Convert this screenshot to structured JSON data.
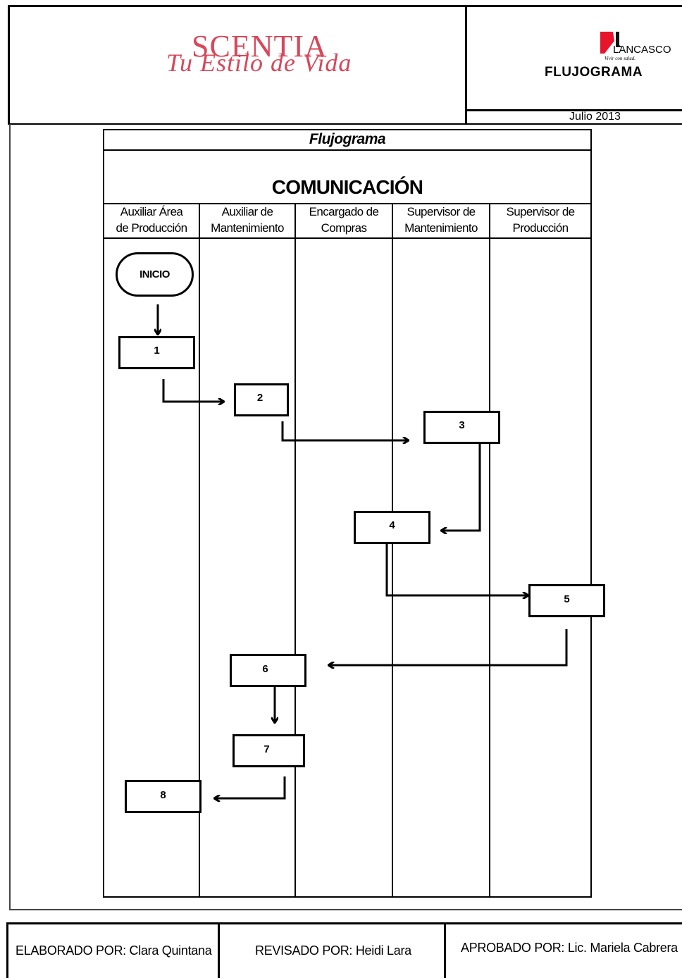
{
  "header": {
    "brand_name": "SCENTIA",
    "brand_tagline": "Tu Estilo de Vida",
    "company_logo_name": "LANCASCO",
    "company_logo_slogan": "Vivir con salud.",
    "document_type": "FLUJOGRAMA",
    "date": "Julio 2013"
  },
  "diagram": {
    "caption": "Flujograma",
    "title": "COMUNICACIÓN",
    "lanes": [
      {
        "line1": "Auxiliar Área",
        "line2": "de Producción"
      },
      {
        "line1": "Auxiliar de",
        "line2": "Mantenimiento"
      },
      {
        "line1": "Encargado de",
        "line2": "Compras"
      },
      {
        "line1": "Supervisor de",
        "line2": "Mantenimiento"
      },
      {
        "line1": "Supervisor de",
        "line2": "Producción"
      }
    ],
    "nodes": [
      {
        "label": "INICIO",
        "shape": "terminator"
      },
      {
        "label": "1"
      },
      {
        "label": "2"
      },
      {
        "label": "3"
      },
      {
        "label": "4"
      },
      {
        "label": "5"
      },
      {
        "label": "6"
      },
      {
        "label": "7"
      },
      {
        "label": "8"
      }
    ],
    "edges": [
      [
        "INICIO",
        "1"
      ],
      [
        "1",
        "2"
      ],
      [
        "2",
        "3"
      ],
      [
        "3",
        "4"
      ],
      [
        "4",
        "5"
      ],
      [
        "5",
        "6"
      ],
      [
        "6",
        "7"
      ],
      [
        "7",
        "8"
      ]
    ]
  },
  "footer": {
    "prepared_by": "ELABORADO POR: Clara Quintana",
    "reviewed_by": "REVISADO POR: Heidi Lara",
    "approved_by": "APROBADO POR: Lic. Mariela Cabrera"
  }
}
